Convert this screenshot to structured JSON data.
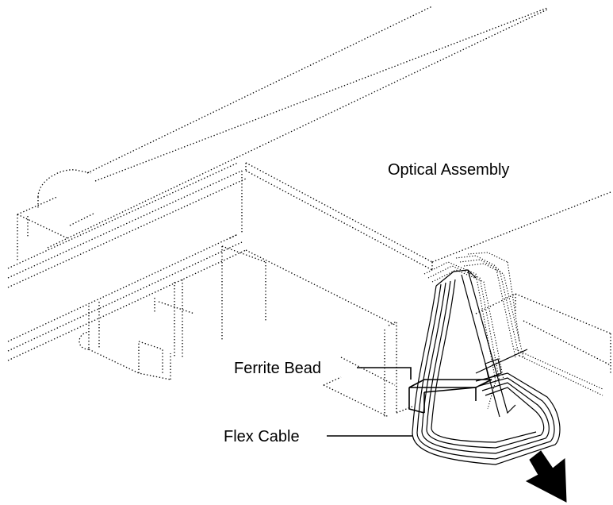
{
  "labels": {
    "optical_assembly": "Optical Assembly",
    "ferrite_bead": "Ferrite Bead",
    "flex_cable": "Flex Cable"
  },
  "colors": {
    "line": "#000000",
    "background": "#ffffff"
  },
  "icons": {
    "direction_arrow": "down-right-arrow-icon"
  }
}
